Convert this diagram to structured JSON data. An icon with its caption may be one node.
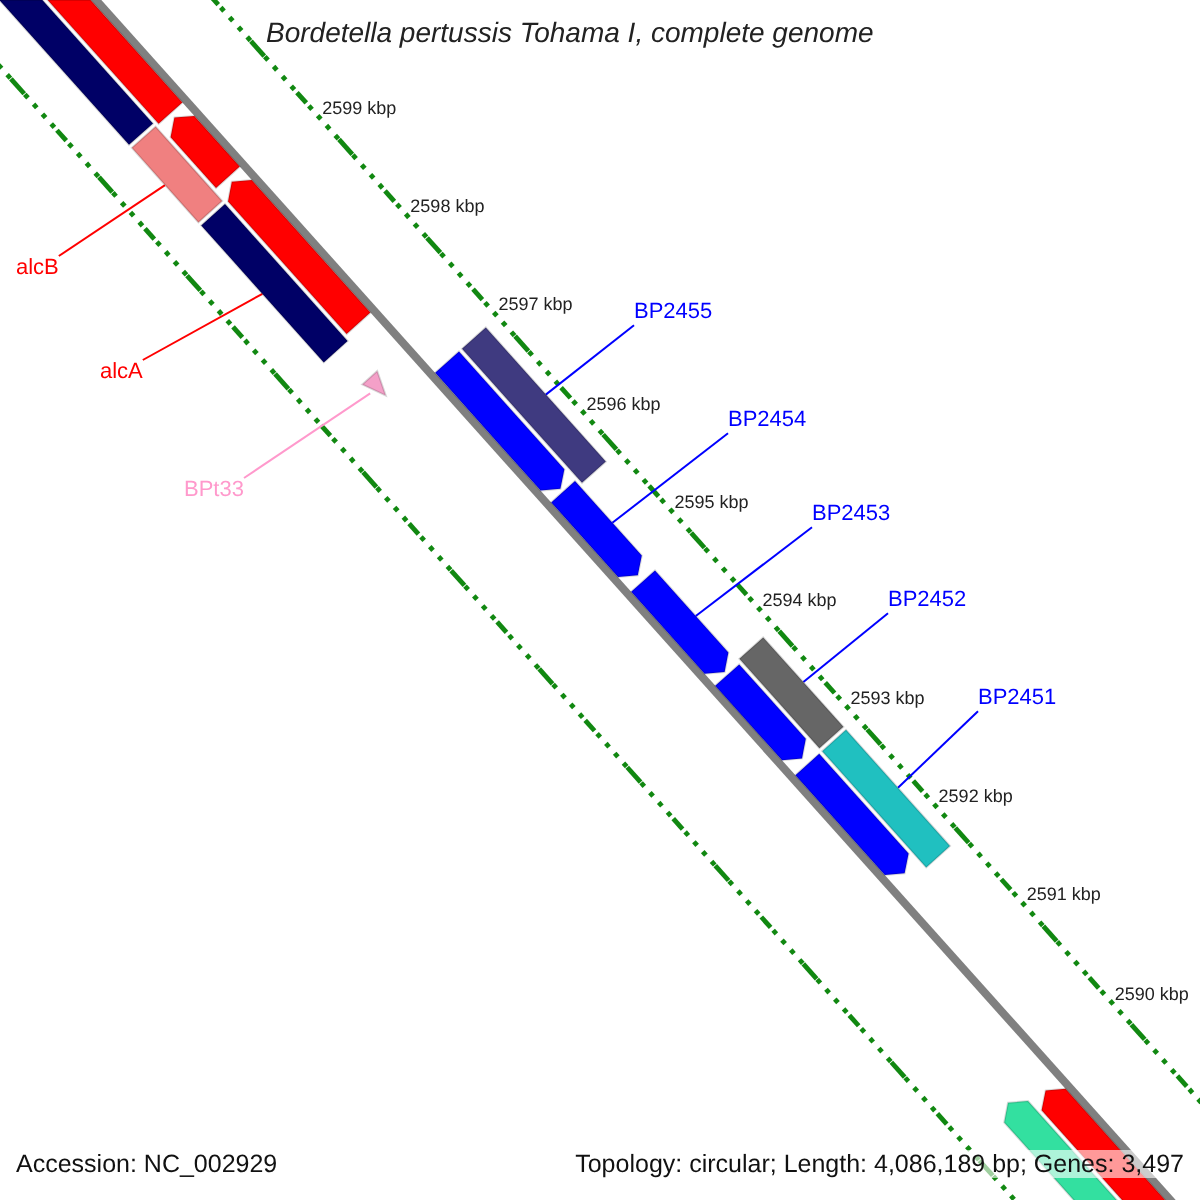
{
  "diagram": {
    "title": "Bordetella pertussis Tohama I, complete genome",
    "nodes": [
      {
        "text": [
          "alcB"
        ]
      },
      {
        "text": [
          "alcA"
        ]
      },
      {
        "text": [
          "BPt33"
        ]
      },
      {
        "text": [
          "BP2455"
        ]
      },
      {
        "text": [
          "BP2454"
        ]
      },
      {
        "text": [
          "BP2453"
        ]
      },
      {
        "text": [
          "BP2452"
        ]
      },
      {
        "text": [
          "BP2451"
        ]
      },
      {
        "text": [],
        "shape": "box"
      },
      {
        "text": [],
        "shape": "box"
      },
      {
        "text": [],
        "shape": "triangle"
      },
      {
        "text": [],
        "shape": "box"
      },
      {
        "text": [],
        "shape": "arrow"
      },
      {
        "text": [],
        "shape": "arrow"
      },
      {
        "text": [],
        "shape": "box"
      },
      {
        "text": [],
        "shape": "box"
      },
      {
        "text": [],
        "shape": "arrow"
      },
      {
        "text": [],
        "shape": "arrow"
      },
      {
        "text": [],
        "shape": "arrow"
      },
      {
        "text": [],
        "shape": "box"
      },
      {
        "text": [],
        "shape": "arrow"
      },
      {
        "text": [],
        "shape": "arrow"
      },
      {
        "text": [],
        "shape": "arrow"
      },
      {
        "text": [],
        "shape": "arrow"
      },
      {
        "text": [],
        "shape": "arrow"
      }
    ],
    "edges": [
      {
        "from": 0,
        "to": 8,
        "arrow": "none",
        "color": "#ff0000"
      },
      {
        "from": 1,
        "to": 9,
        "arrow": "none",
        "color": "#ff0000"
      },
      {
        "from": 2,
        "to": 10,
        "arrow": "none",
        "color": "#ff99cc"
      },
      {
        "from": 3,
        "to": 11,
        "arrow": "none"
      },
      {
        "from": 4,
        "to": 12,
        "arrow": "none"
      },
      {
        "from": 5,
        "to": 13,
        "arrow": "none"
      },
      {
        "from": 6,
        "to": 14,
        "arrow": "none"
      },
      {
        "from": 7,
        "to": 15,
        "arrow": "none"
      }
    ],
    "labels": [
      "2599 kbp",
      "2598 kbp",
      "2597 kbp",
      "2596 kbp",
      "2595 kbp",
      "2594 kbp",
      "2593 kbp",
      "2592 kbp",
      "2591 kbp",
      "2590 kbp",
      "Accession: NC_002929",
      "Topology: circular; Length: 4,086,189 bp; Genes: 3,497"
    ]
  }
}
